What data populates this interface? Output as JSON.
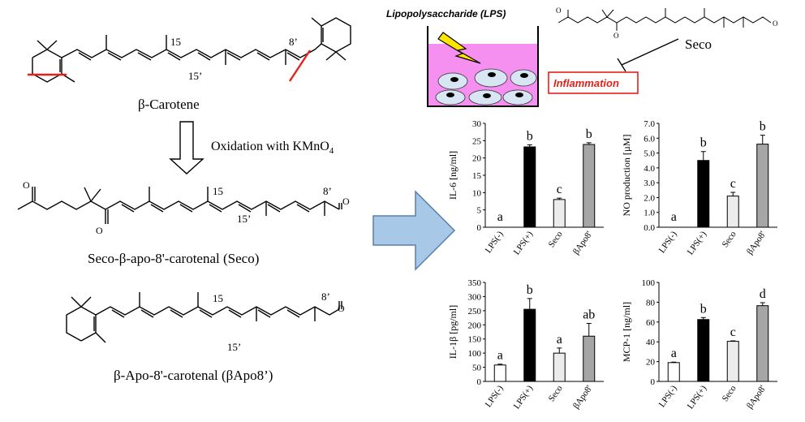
{
  "molecules": {
    "beta_carotene": {
      "name": "β-Carotene",
      "label_15": "15",
      "label_15p": "15’",
      "label_8p": "8’"
    },
    "seco": {
      "name": "Seco-β-apo-8'-carotenal (Seco)",
      "label_15": "15",
      "label_15p": "15’",
      "label_8p": "8’"
    },
    "bapo8": {
      "name": "β-Apo-8'-carotenal (βApo8’)",
      "label_15": "15",
      "label_15p": "15’",
      "label_8p": "8’"
    }
  },
  "reaction": {
    "prefix": "Oxidation with KMnO",
    "subscript": "4"
  },
  "lps_scheme": {
    "lps_label": "Lipopolysaccharide (LPS)",
    "inflammation_label": "Inflammation",
    "seco_label": "Seco"
  },
  "colors": {
    "red_mark": "#e8201a",
    "well_fill": "#f58ff0",
    "cell_fill": "#d8e6f4",
    "arrow_fill": "#a8c8e8",
    "arrow_stroke": "#5a7fa8",
    "inflammation_red": "#e8201a",
    "bar_lps_neg": "#ffffff",
    "bar_lps_pos": "#000000",
    "bar_seco": "#ececec",
    "bar_apo8": "#a6a6a6"
  },
  "chart_data": [
    {
      "type": "bar",
      "ylabel": "IL-6 [ng/ml]",
      "categories": [
        "LPS(-)",
        "LPS(+)",
        "Seco",
        "βApo8'"
      ],
      "values": [
        0,
        23.2,
        8.0,
        23.9
      ],
      "errors": [
        0,
        0.6,
        0.4,
        0.5
      ],
      "letters": [
        "a",
        "b",
        "c",
        "b"
      ],
      "ylim": [
        0,
        30
      ],
      "ticks": [
        "0",
        "5",
        "10",
        "15",
        "20",
        "25",
        "30"
      ]
    },
    {
      "type": "bar",
      "ylabel": "NO production [µM]",
      "categories": [
        "LPS(-)",
        "LPS(+)",
        "Seco",
        "βApo8'"
      ],
      "values": [
        0,
        4.5,
        2.1,
        5.6
      ],
      "errors": [
        0,
        0.6,
        0.25,
        0.6
      ],
      "letters": [
        "a",
        "b",
        "c",
        "b"
      ],
      "ylim": [
        0,
        7
      ],
      "ticks": [
        "0.0",
        "1.0",
        "2.0",
        "3.0",
        "4.0",
        "5.0",
        "6.0",
        "7.0"
      ]
    },
    {
      "type": "bar",
      "ylabel": "IL-1β [pg/ml]",
      "categories": [
        "LPS(-)",
        "LPS(+)",
        "Seco",
        "βApo8'"
      ],
      "values": [
        58,
        255,
        100,
        160
      ],
      "errors": [
        3,
        38,
        18,
        45
      ],
      "letters": [
        "a",
        "b",
        "a",
        "ab"
      ],
      "ylim": [
        0,
        350
      ],
      "ticks": [
        "0",
        "50",
        "100",
        "150",
        "200",
        "250",
        "300",
        "350"
      ]
    },
    {
      "type": "bar",
      "ylabel": "MCP-1 [ng/ml]",
      "categories": [
        "LPS(-)",
        "LPS(+)",
        "Seco",
        "βApo8'"
      ],
      "values": [
        19,
        62.5,
        40.5,
        76.5
      ],
      "errors": [
        0.5,
        2,
        0.5,
        3
      ],
      "letters": [
        "a",
        "b",
        "c",
        "d"
      ],
      "ylim": [
        0,
        100
      ],
      "ticks": [
        "0",
        "20",
        "40",
        "60",
        "80",
        "100"
      ]
    }
  ]
}
